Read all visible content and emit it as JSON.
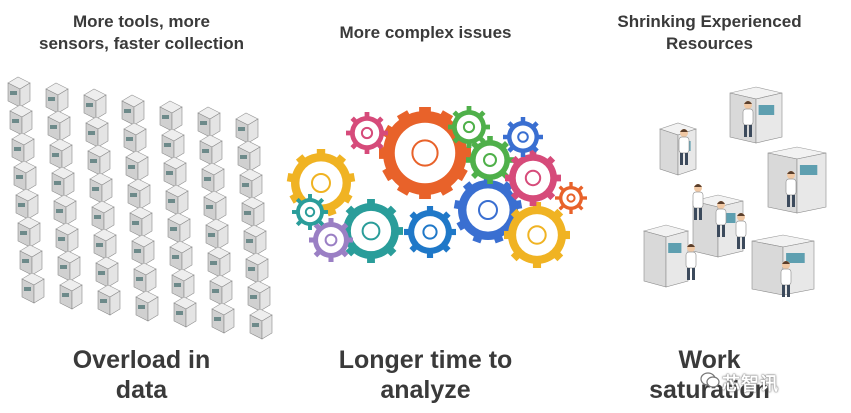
{
  "columns": {
    "left": {
      "heading_line1": "More tools, more",
      "heading_line2": "sensors, faster collection",
      "footer_line1": "Overload in",
      "footer_line2": "data"
    },
    "middle": {
      "heading": "More complex issues",
      "footer_line1": "Longer time to",
      "footer_line2": "analyze"
    },
    "right": {
      "heading_line1": "Shrinking Experienced",
      "heading_line2": "Resources",
      "footer_line1": "Work",
      "footer_line2": "saturation"
    }
  },
  "watermark": {
    "text": "芯智讯"
  },
  "colors": {
    "text": "#3a3a3a",
    "gear_orange": "#e8622a",
    "gear_teal": "#2a9d9a",
    "gear_blue": "#3a6fd1",
    "gear_yellow": "#f0b323",
    "gear_pink": "#d64b7a",
    "gear_green": "#4fb04a",
    "equipment_gray": "#d8d8d8"
  },
  "icons": [
    "server-rack-icon",
    "gear-cluster-icon",
    "scientist-figure-icon"
  ]
}
